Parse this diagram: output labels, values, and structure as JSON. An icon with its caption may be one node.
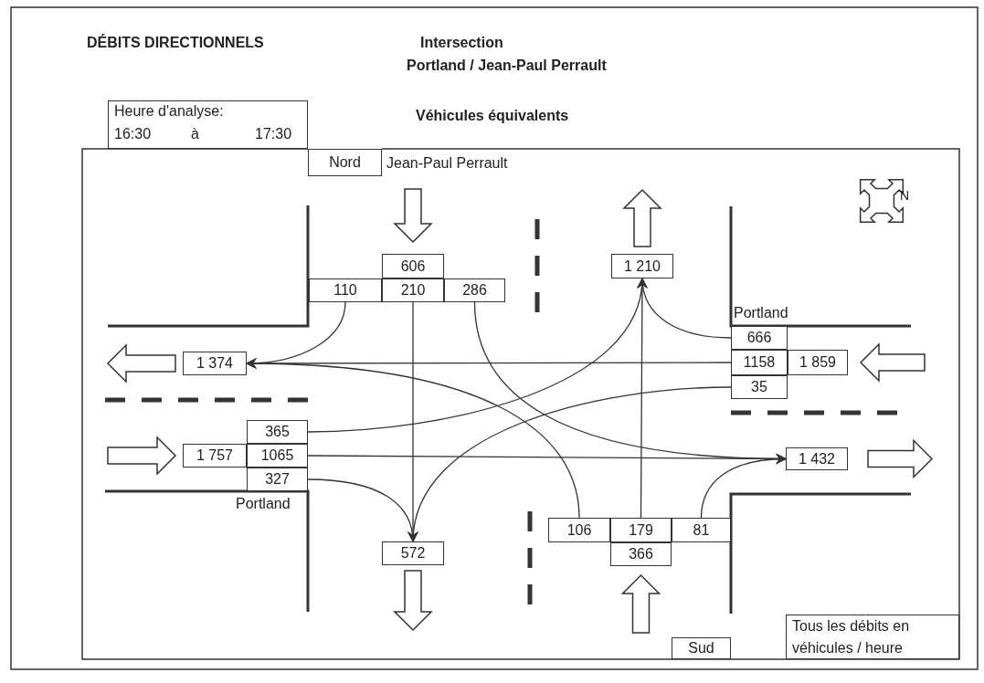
{
  "diagram": {
    "title": "DÉBITS DIRECTIONNELS",
    "nodes": [
      {
        "text": [
          "Heure d'analyse:",
          "16:30",
          "à",
          "17:30"
        ]
      },
      {
        "text": [
          "Nord"
        ],
        "beside": [
          "Jean-Paul Perrault"
        ]
      },
      {
        "text": [
          "606"
        ]
      },
      {
        "text": [
          "110"
        ]
      },
      {
        "text": [
          "210"
        ]
      },
      {
        "text": [
          "286"
        ]
      },
      {
        "text": [
          "1 210"
        ]
      },
      {
        "text": [
          "666"
        ]
      },
      {
        "text": [
          "1158"
        ]
      },
      {
        "text": [
          "1 859"
        ]
      },
      {
        "text": [
          "35"
        ]
      },
      {
        "text": [
          "1 374"
        ]
      },
      {
        "text": [
          "365"
        ]
      },
      {
        "text": [
          "1 757"
        ]
      },
      {
        "text": [
          "1065"
        ]
      },
      {
        "text": [
          "327"
        ]
      },
      {
        "text": [
          "1 432"
        ]
      },
      {
        "text": [
          "106"
        ]
      },
      {
        "text": [
          "179"
        ]
      },
      {
        "text": [
          "81"
        ]
      },
      {
        "text": [
          "572"
        ]
      },
      {
        "text": [
          "366"
        ]
      },
      {
        "text": [
          "Sud"
        ]
      },
      {
        "text": [
          "Tous les débits en véhicules / heure"
        ]
      }
    ],
    "edges": [
      {
        "from": 3,
        "to": 11,
        "arrow": "to"
      },
      {
        "from": 4,
        "to": 20,
        "arrow": "to"
      },
      {
        "from": 5,
        "to": 16,
        "arrow": "to"
      },
      {
        "from": 7,
        "to": 6,
        "arrow": "to"
      },
      {
        "from": 8,
        "to": 11,
        "arrow": "to"
      },
      {
        "from": 10,
        "to": 20,
        "arrow": "to"
      },
      {
        "from": 12,
        "to": 6,
        "arrow": "to"
      },
      {
        "from": 14,
        "to": 16,
        "arrow": "to"
      },
      {
        "from": 15,
        "to": 20,
        "arrow": "to"
      },
      {
        "from": 17,
        "to": 11,
        "arrow": "to"
      },
      {
        "from": 18,
        "to": 6,
        "arrow": "to"
      },
      {
        "from": 19,
        "to": 16,
        "arrow": "to"
      },
      {
        "from": null,
        "to": 2,
        "arrow": "to"
      },
      {
        "from": 6,
        "to": null,
        "arrow": "to"
      },
      {
        "from": 11,
        "to": null,
        "arrow": "to"
      },
      {
        "from": null,
        "to": 9,
        "arrow": "to"
      },
      {
        "from": null,
        "to": 13,
        "arrow": "to"
      },
      {
        "from": 16,
        "to": null,
        "arrow": "to"
      },
      {
        "from": 20,
        "to": null,
        "arrow": "to"
      },
      {
        "from": null,
        "to": 21,
        "arrow": "to"
      }
    ],
    "labels": [
      "Intersection",
      "Portland / Jean-Paul Perrault",
      "Véhicules équivalents",
      "N",
      "Portland",
      "Portland"
    ]
  }
}
